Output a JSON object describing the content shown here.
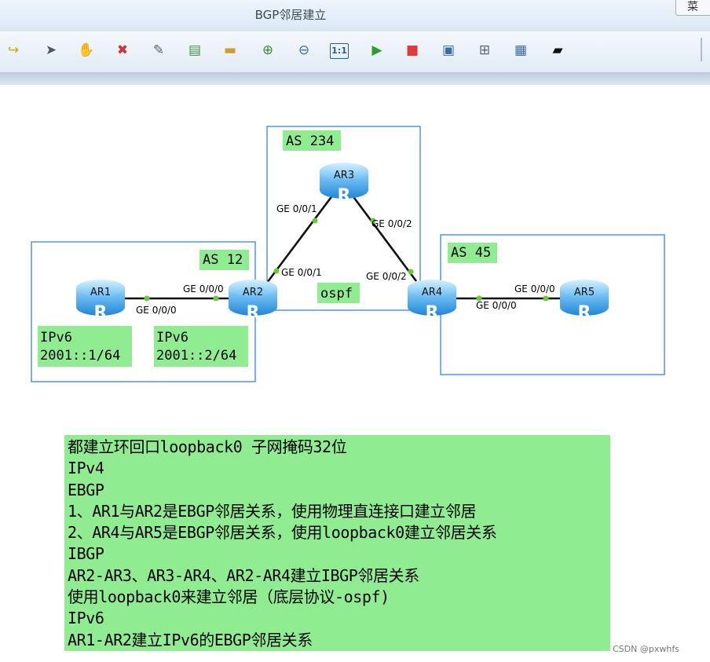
{
  "window": {
    "title": "BGP邻居建立",
    "menu_label": "菜"
  },
  "toolbar": {
    "buttons": [
      {
        "icon": "redo-icon",
        "glyph": "↪",
        "color": "#e0a000"
      },
      {
        "icon": "select-pointer-icon",
        "glyph": "➤",
        "color": "#555555"
      },
      {
        "icon": "pan-hand-icon",
        "glyph": "✋",
        "color": "#d08a3a"
      },
      {
        "icon": "delete-icon",
        "glyph": "✖",
        "color": "#d83030"
      },
      {
        "icon": "delete-connection-icon",
        "glyph": "✎",
        "color": "#556677"
      },
      {
        "icon": "text-note-icon",
        "glyph": "▤",
        "color": "#3a9a3a"
      },
      {
        "icon": "rectangle-icon",
        "glyph": "▬",
        "color": "#c9a030"
      },
      {
        "icon": "zoom-in-icon",
        "glyph": "⊕",
        "color": "#3a8a3a"
      },
      {
        "icon": "zoom-out-icon",
        "glyph": "⊖",
        "color": "#3a6aaa"
      },
      {
        "icon": "fit-1to1-icon",
        "glyph": "1:1",
        "color": "#2a5a9a"
      },
      {
        "icon": "start-device-icon",
        "glyph": "▶",
        "color": "#2aa02a"
      },
      {
        "icon": "stop-device-icon",
        "glyph": "■",
        "color": "#e03a3a"
      },
      {
        "icon": "capture-icon",
        "glyph": "▣",
        "color": "#3a6aaa"
      },
      {
        "icon": "topology-icon",
        "glyph": "⊞",
        "color": "#556677"
      },
      {
        "icon": "grid-icon",
        "glyph": "▦",
        "color": "#3a6aaa"
      },
      {
        "icon": "console-icon",
        "glyph": "▰",
        "color": "#111111"
      }
    ]
  },
  "topology": {
    "as_boxes": [
      {
        "id": "as12",
        "label": "AS 12"
      },
      {
        "id": "as234",
        "label": "AS 234"
      },
      {
        "id": "as45",
        "label": "AS 45"
      }
    ],
    "area_label": "ospf",
    "routers": [
      {
        "id": "AR1",
        "name": "AR1"
      },
      {
        "id": "AR2",
        "name": "AR2"
      },
      {
        "id": "AR3",
        "name": "AR3"
      },
      {
        "id": "AR4",
        "name": "AR4"
      },
      {
        "id": "AR5",
        "name": "AR5"
      }
    ],
    "interfaces": [
      {
        "id": "ar1-ge000",
        "text": "GE 0/0/0"
      },
      {
        "id": "ar2-ge000",
        "text": "GE 0/0/0"
      },
      {
        "id": "ar2-ge001",
        "text": "GE 0/0/1"
      },
      {
        "id": "ar3-ge001",
        "text": "GE 0/0/1"
      },
      {
        "id": "ar3-ge002",
        "text": "GE 0/0/2"
      },
      {
        "id": "ar4-ge002",
        "text": "GE 0/0/2"
      },
      {
        "id": "ar4-ge000",
        "text": "GE 0/0/0"
      },
      {
        "id": "ar5-ge000",
        "text": "GE 0/0/0"
      }
    ],
    "ipv6_notes": [
      {
        "id": "ar1-ipv6",
        "lines": [
          "IPv6",
          "2001::1/64"
        ]
      },
      {
        "id": "ar2-ipv6",
        "lines": [
          "IPv6",
          "2001::2/64"
        ]
      }
    ],
    "colors": {
      "box_border": "#2a7ad4",
      "label_bg": "#90ec90",
      "link": "#111111",
      "port_dot": "#6cc83a",
      "router": "#3aa0e0"
    }
  },
  "notes": [
    "都建立环回口loopback0 子网掩码32位",
    "IPv4",
    "EBGP",
    "1、AR1与AR2是EBGP邻居关系，使用物理直连接口建立邻居",
    "2、AR4与AR5是EBGP邻居关系，使用loopback0建立邻居关系",
    "IBGP",
    "AR2-AR3、AR3-AR4、AR2-AR4建立IBGP邻居关系",
    "使用loopback0来建立邻居（底层协议-ospf)",
    "IPv6",
    "AR1-AR2建立IPv6的EBGP邻居关系"
  ],
  "watermark": "CSDN @pxwhfs"
}
